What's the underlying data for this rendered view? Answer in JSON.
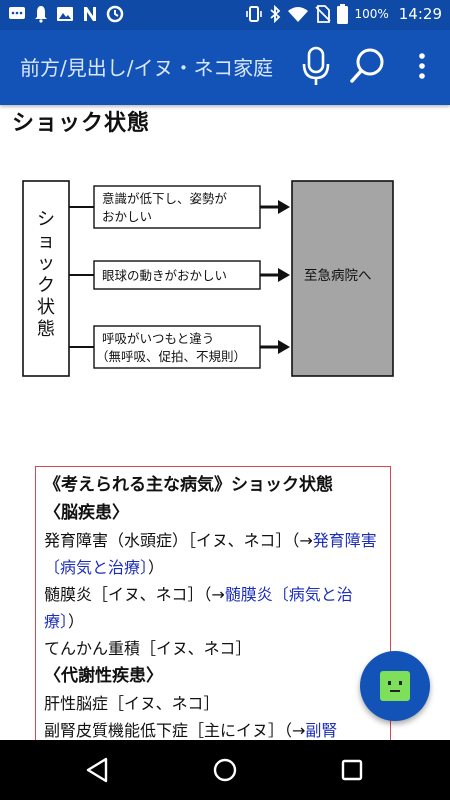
{
  "status_bar": {
    "battery_percent": "100%",
    "time": "14:29",
    "icons": [
      "message-icon",
      "notification-icon",
      "image-icon",
      "n-icon",
      "app-icon",
      "vibrate-icon",
      "bluetooth-icon",
      "wifi-icon",
      "no-sim-icon",
      "battery-icon"
    ]
  },
  "app_bar": {
    "title": "前方/見出し/イヌ・ネコ家庭",
    "icons": [
      "microphone-icon",
      "search-icon",
      "more-vert-icon"
    ]
  },
  "content": {
    "heading": "ショック状態",
    "diagram": {
      "vertical_label": [
        "シ",
        "ョ",
        "ッ",
        "ク",
        "状",
        "態"
      ],
      "symptoms": [
        {
          "line1": "意識が低下し、姿勢が",
          "line2": "おかしい"
        },
        {
          "line1": "眼球の動きがおかしい",
          "line2": ""
        },
        {
          "line1": "呼吸がいつもと違う",
          "line2": "（無呼吸、促拍、不規則）"
        }
      ],
      "action": "至急病院へ"
    },
    "box": {
      "title": "《考えられる主な病気》ショック状態",
      "cat1": "〈脳疾患〉",
      "e1_text": "発育障害（水頭症）［イヌ、ネコ］（→",
      "e1_link": "発育障害〔病気と治療〕",
      "e1_end": "）",
      "e2_text": "髄膜炎［イヌ、ネコ］（→",
      "e2_link": "髄膜炎〔病気と治療〕",
      "e2_end": "）",
      "e3_text": "てんかん重積［イヌ、ネコ］",
      "cat2": "〈代謝性疾患〉",
      "e4_text": "肝性脳症［イヌ、ネコ］",
      "e5_text": "副腎皮質機能低下症［主にイヌ］（→",
      "e5_link": "副腎"
    }
  },
  "colors": {
    "status_bar": "#0e4aa6",
    "app_bar": "#1353b8",
    "link": "#1d2fb8",
    "box_border": "#d9484e",
    "action_fill": "#a5a5a5",
    "fab_face": "#7ee05a"
  }
}
